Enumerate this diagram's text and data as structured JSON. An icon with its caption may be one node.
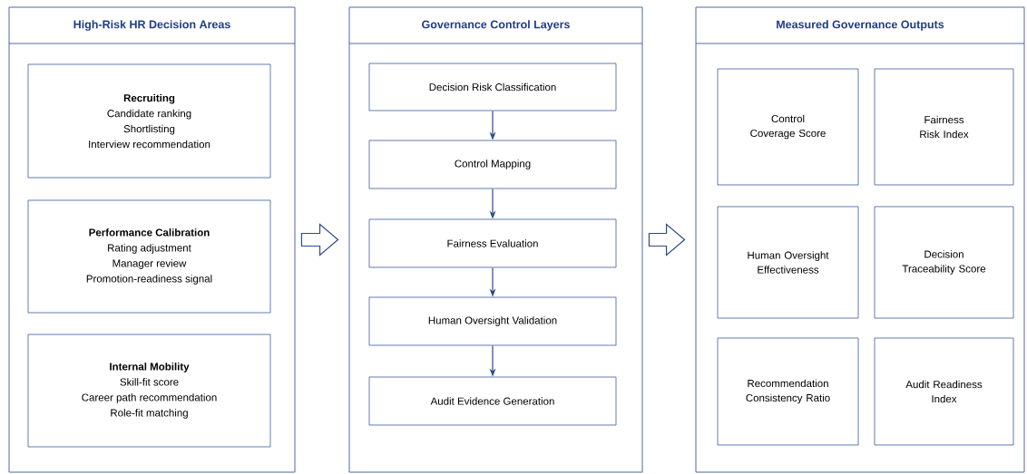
{
  "diagram": {
    "nodes": [
      {
        "text": [
          "High-Risk HR Decision Areas"
        ]
      },
      {
        "text": [
          "Recruiting",
          "Candidate ranking",
          "Shortlisting",
          "Interview recommendation"
        ],
        "in": 0
      },
      {
        "text": [
          "Performance Calibration",
          "Rating adjustment",
          "Manager review",
          "Promotion-readiness signal"
        ],
        "in": 0
      },
      {
        "text": [
          "Internal Mobility",
          "Skill-fit score",
          "Career path recommendation",
          "Role-fit matching"
        ],
        "in": 0
      },
      {
        "text": [
          "Governance Control Layers"
        ]
      },
      {
        "text": [
          "Decision Risk Classification"
        ],
        "in": 4
      },
      {
        "text": [
          "Control Mapping"
        ],
        "in": 4
      },
      {
        "text": [
          "Fairness Evaluation"
        ],
        "in": 4
      },
      {
        "text": [
          "Human Oversight Validation"
        ],
        "in": 4
      },
      {
        "text": [
          "Audit Evidence Generation"
        ],
        "in": 4
      },
      {
        "text": [
          "Measured Governance Outputs"
        ]
      },
      {
        "text": [
          "Control Coverage Score"
        ],
        "in": 10
      },
      {
        "text": [
          "Fairness Risk Index"
        ],
        "in": 10
      },
      {
        "text": [
          "Human Oversight Effectiveness"
        ],
        "in": 10
      },
      {
        "text": [
          "Decision Traceability Score"
        ],
        "in": 10
      },
      {
        "text": [
          "Recommendation Consistency Ratio"
        ],
        "in": 10
      },
      {
        "text": [
          "Audit Readiness Index"
        ],
        "in": 10
      }
    ],
    "edges": [
      {
        "from": 0,
        "to": 4,
        "arrow": "to",
        "style": "thick"
      },
      {
        "from": 4,
        "to": 10,
        "arrow": "to",
        "style": "thick"
      },
      {
        "from": 5,
        "to": 6,
        "arrow": "to"
      },
      {
        "from": 6,
        "to": 7,
        "arrow": "to"
      },
      {
        "from": 7,
        "to": 8,
        "arrow": "to"
      },
      {
        "from": 8,
        "to": 9,
        "arrow": "to"
      }
    ]
  }
}
